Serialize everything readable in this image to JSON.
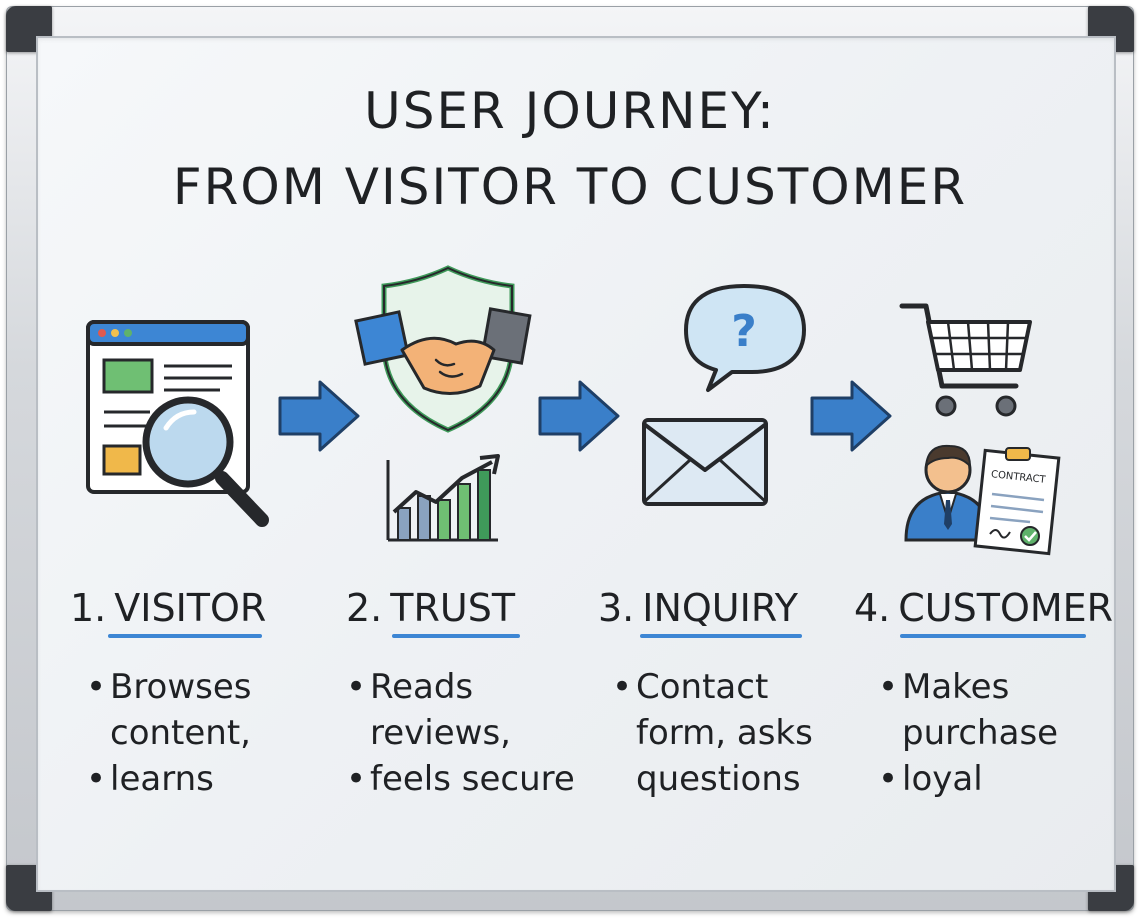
{
  "title": {
    "line1": "USER JOURNEY:",
    "line2": "FROM VISITOR TO CUSTOMER"
  },
  "stages": [
    {
      "number": "1.",
      "name": "VISITOR",
      "lines": [
        "Browses",
        "content,",
        "learns"
      ]
    },
    {
      "number": "2.",
      "name": "TRUST",
      "lines": [
        "Reads",
        "reviews,",
        "feels secure"
      ]
    },
    {
      "number": "3.",
      "name": "INQUIRY",
      "lines": [
        "Contact",
        "form, asks",
        "questions"
      ]
    },
    {
      "number": "4.",
      "name": "CUSTOMER",
      "lines": [
        "Makes",
        "purchase",
        "loyal"
      ]
    }
  ],
  "icons": {
    "contract_label": "CONTRACT",
    "question_mark": "?"
  },
  "colors": {
    "accent_blue": "#3d86d4",
    "arrow_blue": "#3a7fc9",
    "trust_green": "#3f9a5a",
    "ink": "#1f2124"
  }
}
